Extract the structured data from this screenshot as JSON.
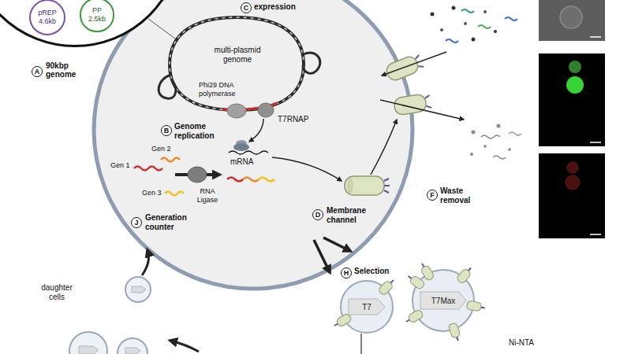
{
  "diagram": {
    "nodes": [
      {
        "text": [
          "90kbp genome"
        ]
      },
      {
        "text": [
          "pREP",
          "4.6kb"
        ],
        "in": 0
      },
      {
        "text": [
          "PP",
          "2.5kb"
        ],
        "in": 0
      },
      {
        "text": [
          "T7"
        ]
      },
      {
        "text": [
          "T7Max"
        ]
      }
    ],
    "labels": [
      "A",
      "multi-plasmid genome",
      "Phi29 DNA polymerase",
      "B",
      "Genome replication",
      "C",
      "expression",
      "T7RNAP",
      "mRNA",
      "D",
      "Membrane channel",
      "F",
      "Waste removal",
      "Gen 1",
      "Gen 2",
      "Gen 3",
      "RNA Ligase",
      "J",
      "Generation counter",
      "H",
      "Selection",
      "Ni-NTA",
      "daughter cells"
    ]
  }
}
